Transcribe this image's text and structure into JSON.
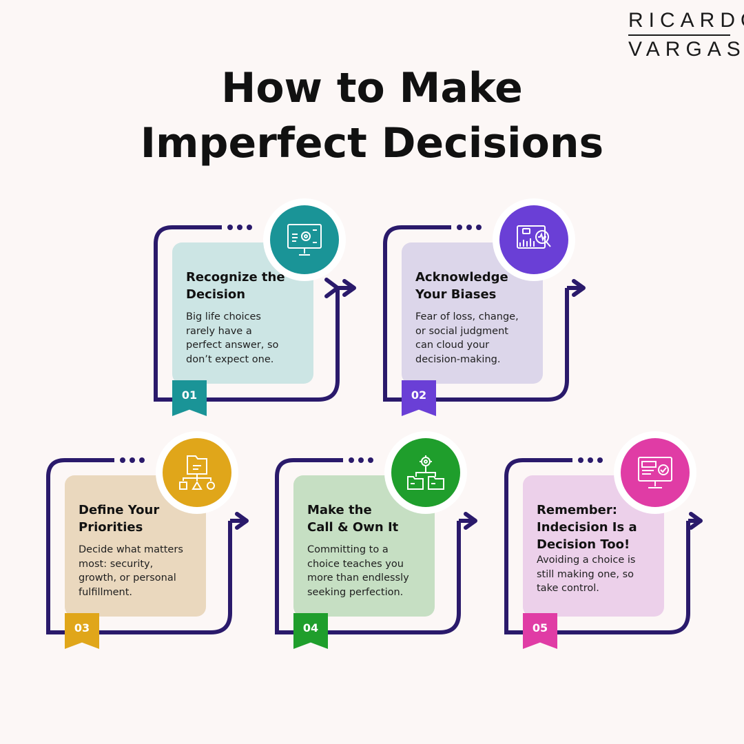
{
  "logo": {
    "line1": "RICARDO",
    "line2": "VARGAS"
  },
  "title": {
    "line1": "How to Make",
    "line2": "Imperfect Decisions"
  },
  "colors": {
    "frame": "#2a1a6b",
    "background": "#fcf7f6"
  },
  "steps": [
    {
      "number": "01",
      "title": "Recognize the\nDecision",
      "description": "Big life choices\nrarely have a\nperfect answer, so\ndon’t expect one.",
      "accent": "#1a9497",
      "card": "#cce5e4",
      "icon": "presentation-gear-icon"
    },
    {
      "number": "02",
      "title": "Acknowledge\nYour Biases",
      "description": "Fear of loss, change,\nor social judgment\ncan cloud your\ndecision-making.",
      "accent": "#6a3fd6",
      "card": "#dcd6ea",
      "icon": "chart-magnifier-icon"
    },
    {
      "number": "03",
      "title": "Define Your\nPriorities",
      "description": "Decide what matters\nmost: security,\ngrowth, or personal\nfulfillment.",
      "accent": "#e0a61a",
      "card": "#ead8be",
      "icon": "folder-hierarchy-icon"
    },
    {
      "number": "04",
      "title": "Make the\nCall & Own It",
      "description": "Committing to a\nchoice teaches you\nmore than endlessly\nseeking perfection.",
      "accent": "#1f9e2c",
      "card": "#c6dfc3",
      "icon": "gear-folders-icon"
    },
    {
      "number": "05",
      "title": "Remember:\nIndecision Is a\nDecision Too!",
      "description": "Avoiding a choice is\nstill making one, so\ntake control.",
      "accent": "#e03ca5",
      "card": "#ecd0ea",
      "icon": "monitor-check-icon"
    }
  ]
}
